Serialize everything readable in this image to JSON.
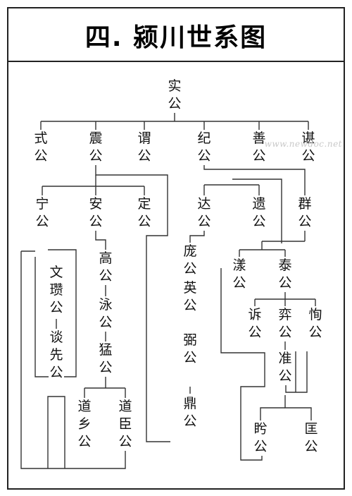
{
  "title": "四. 颍川世系图",
  "watermark": "www.newdoc.net",
  "nodes": {
    "shi": "实公",
    "shi2": "式公",
    "zhen": "震公",
    "wei": "谓公",
    "ji": "纪公",
    "shan": "善公",
    "chen": "谌公",
    "ning": "宁公",
    "an": "安公",
    "ding": "定公",
    "da": "达公",
    "yi": "遗公",
    "qun": "群公",
    "wenzan": "文瓒公",
    "tanxian": "谈先公",
    "gao": "高公",
    "yong": "泳公",
    "meng": "猛公",
    "daoxiang": "道乡公",
    "daochen": "道臣公",
    "pang": "庞公",
    "ying": "英公",
    "bi": "弼公",
    "ding2": "鼎公",
    "yang": "漾公",
    "tai": "泰公",
    "su": "诉公",
    "yi2": "弈公",
    "xun": "恂公",
    "zhun": "准公",
    "xi": "盻公",
    "kuang": "匡公"
  }
}
